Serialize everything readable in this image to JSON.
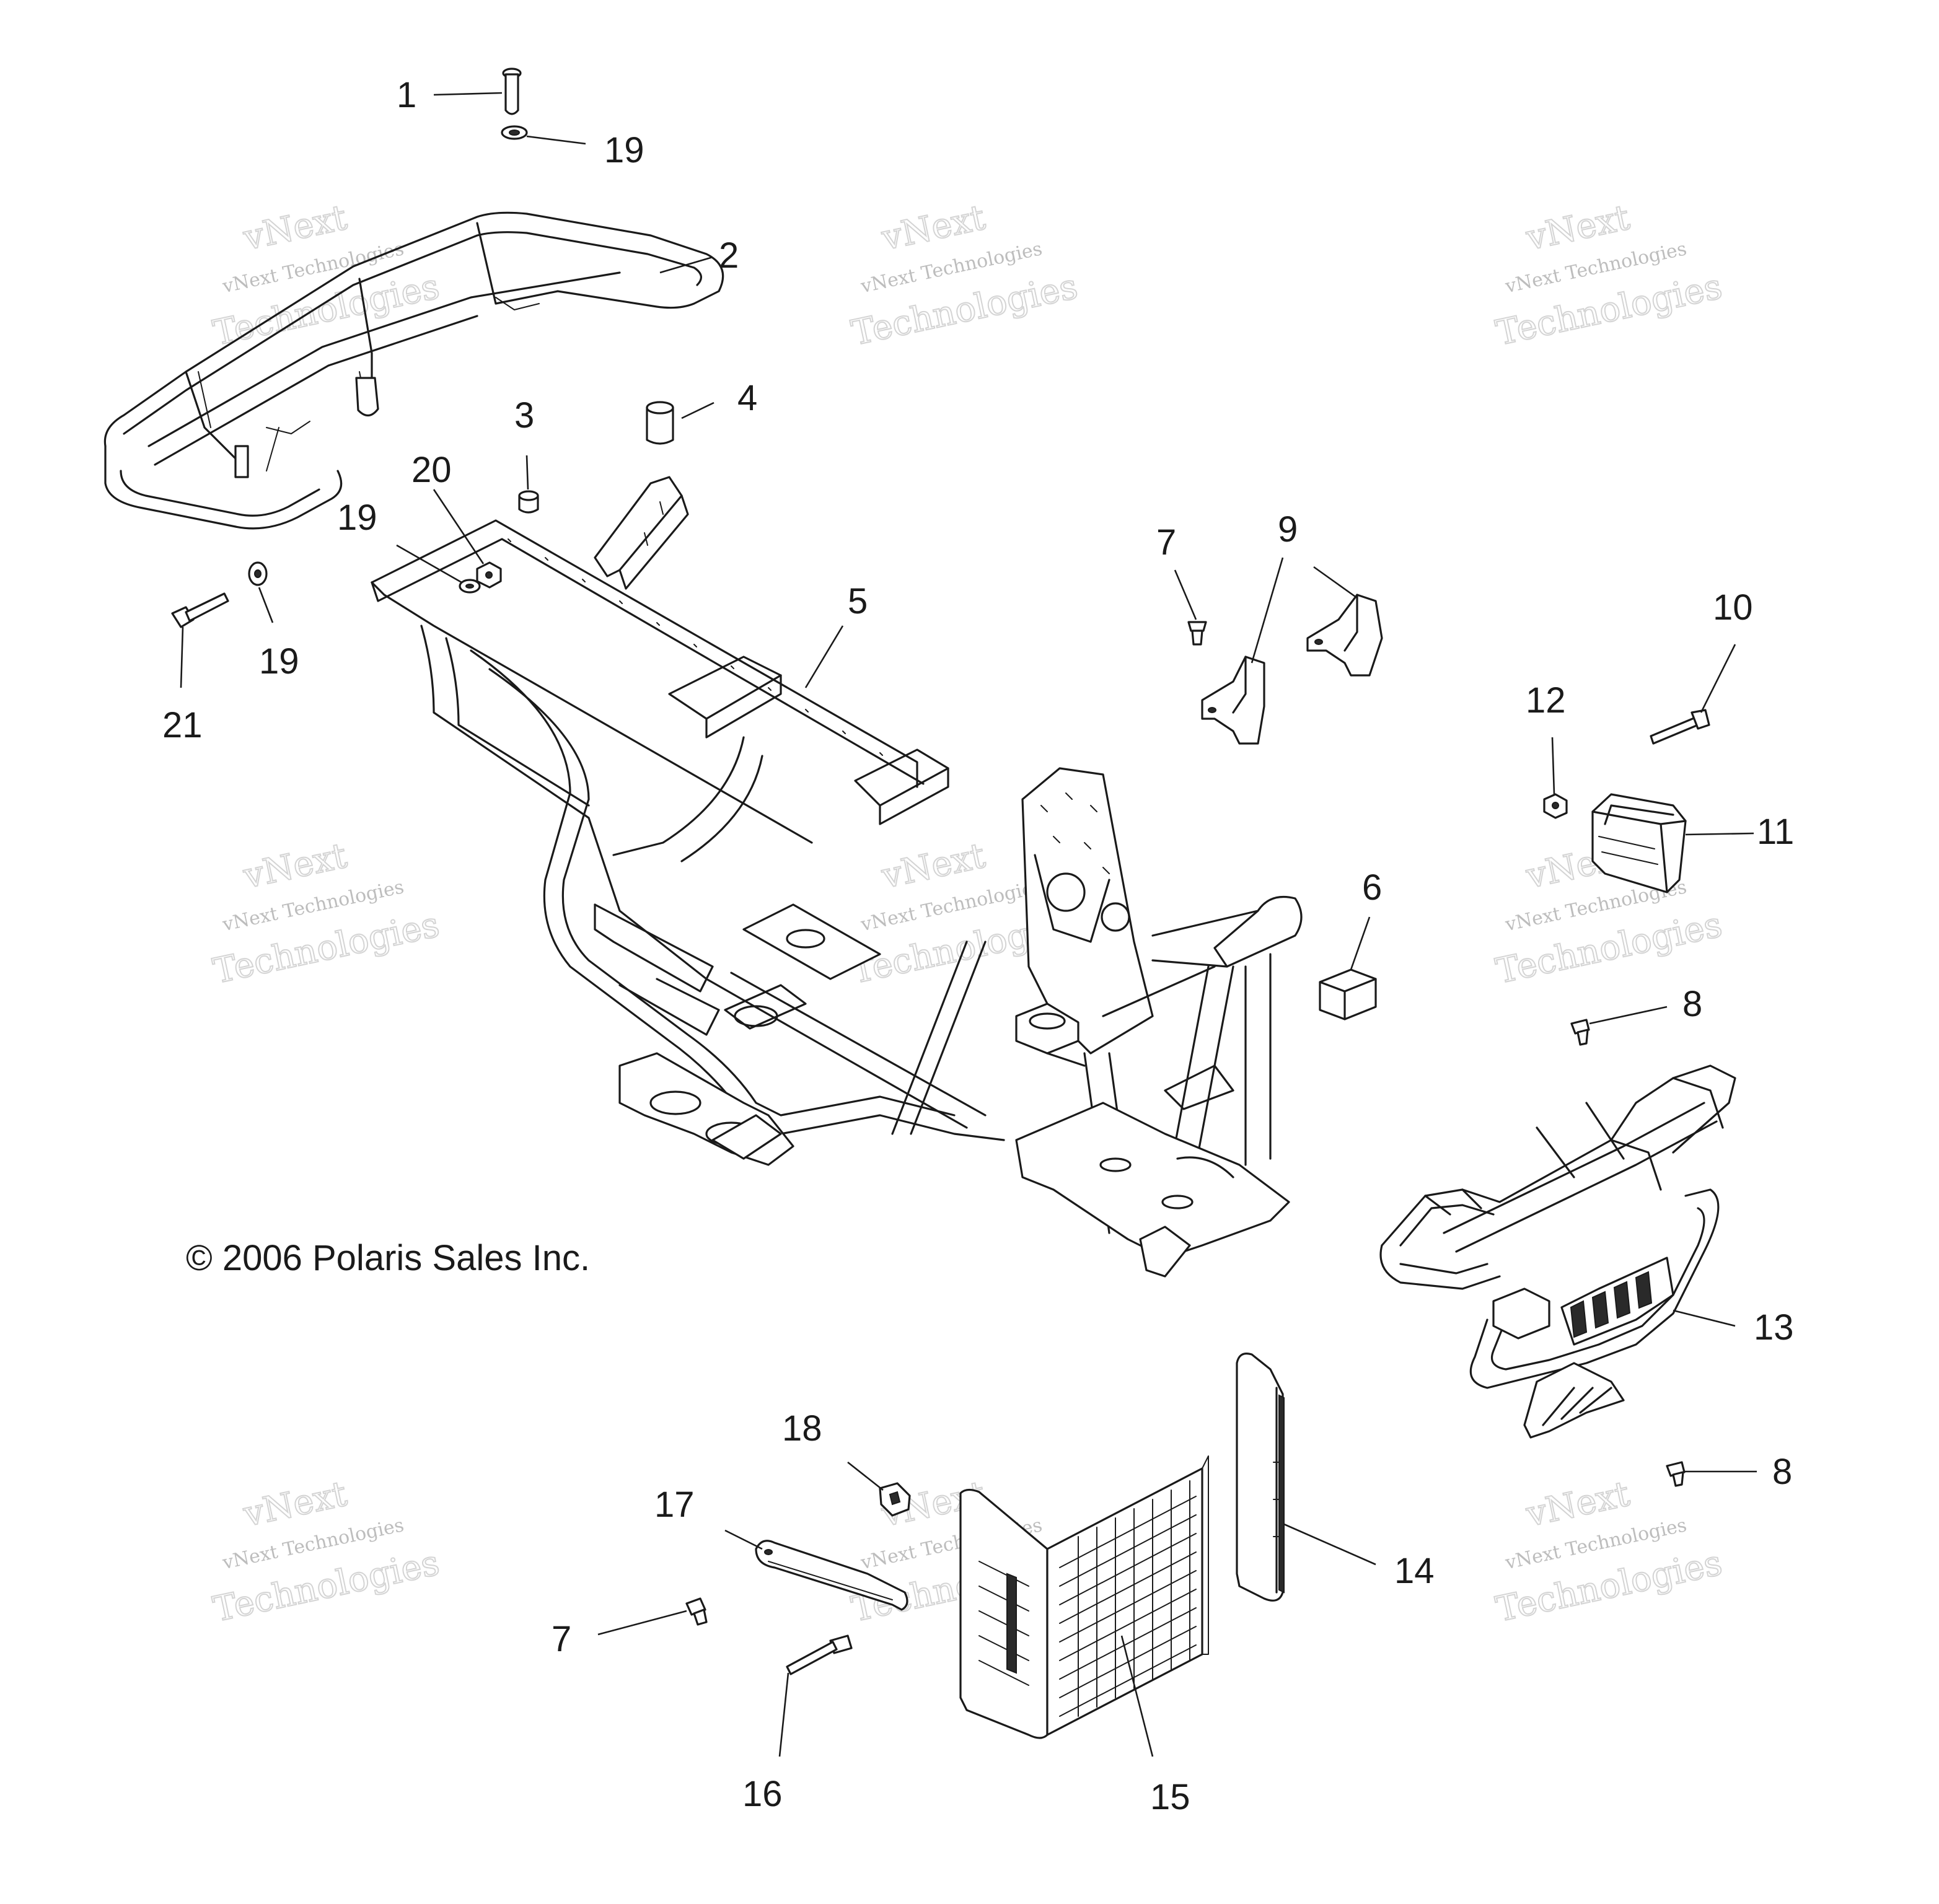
{
  "copyright": "© 2006 Polaris Sales Inc.",
  "watermark": {
    "line1": "vNext Technologies",
    "line2a": "vNext",
    "line2b": "Technologies"
  },
  "callouts": {
    "c1": "1",
    "c19a": "19",
    "c2": "2",
    "c3": "3",
    "c4": "4",
    "c20": "20",
    "c19b": "19",
    "c19c": "19",
    "c21": "21",
    "c5": "5",
    "c7a": "7",
    "c9": "9",
    "c10": "10",
    "c12": "12",
    "c11": "11",
    "c6": "6",
    "c8a": "8",
    "c13": "13",
    "c8b": "8",
    "c18": "18",
    "c17": "17",
    "c7b": "7",
    "c14": "14",
    "c16": "16",
    "c15": "15"
  }
}
